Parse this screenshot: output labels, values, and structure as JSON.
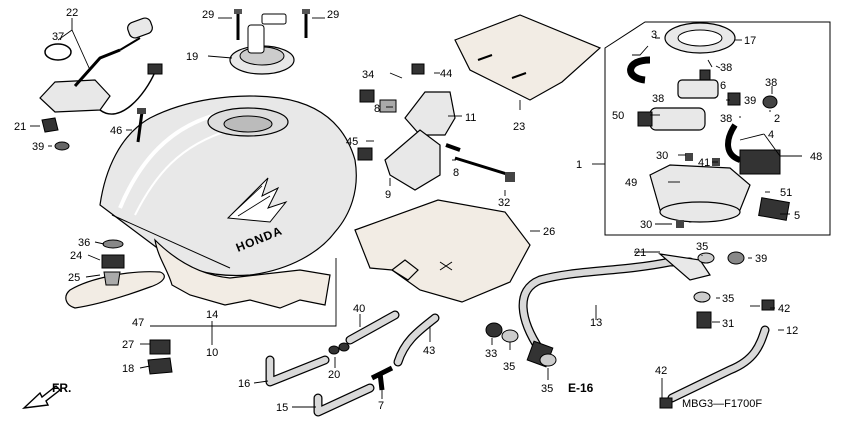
{
  "labels": {
    "p1": "1",
    "p2": "2",
    "p3": "3",
    "p4": "4",
    "p5": "5",
    "p6": "6",
    "p7": "7",
    "p8a": "8",
    "p8b": "8",
    "p9": "9",
    "p10": "10",
    "p11": "11",
    "p12": "12",
    "p13": "13",
    "p14": "14",
    "p15": "15",
    "p16": "16",
    "p17": "17",
    "p18": "18",
    "p19": "19",
    "p20": "20",
    "p21a": "21",
    "p21b": "21",
    "p22": "22",
    "p23": "23",
    "p24": "24",
    "p25": "25",
    "p26": "26",
    "p27": "27",
    "p29a": "29",
    "p29b": "29",
    "p30a": "30",
    "p30b": "30",
    "p31": "31",
    "p32": "32",
    "p33": "33",
    "p34": "34",
    "p35a": "35",
    "p35b": "35",
    "p35c": "35",
    "p35d": "35",
    "p36": "36",
    "p37": "37",
    "p38a": "38",
    "p38b": "38",
    "p38c": "38",
    "p38d": "38",
    "p39a": "39",
    "p39b": "39",
    "p40": "40",
    "p41": "41",
    "p42a": "42",
    "p42b": "42",
    "p43": "43",
    "p44": "44",
    "p45": "45",
    "p46": "46",
    "p47": "47",
    "p48": "48",
    "p49": "49",
    "p50": "50",
    "p51": "51"
  },
  "tank_text": "HONDA",
  "ref_code": "E-16",
  "front_arrow": "FR.",
  "diagram_code": "MBG3—F1700F"
}
